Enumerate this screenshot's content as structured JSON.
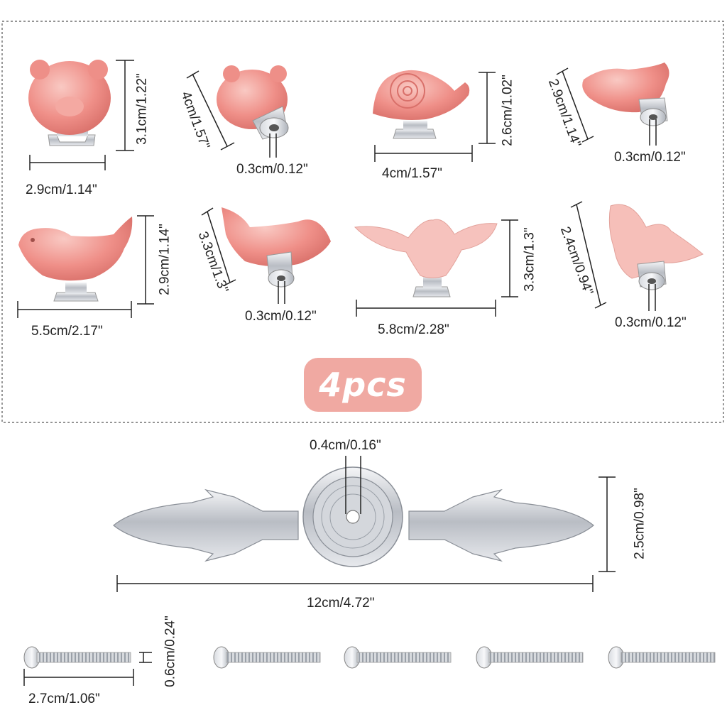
{
  "colors": {
    "ceramic_pink": "#ef8f88",
    "ceramic_light": "#f7c3bd",
    "chrome": "#c9ccd1",
    "badge": "#f0a9a2",
    "line": "#222222"
  },
  "knobs": [
    {
      "name": "bear",
      "width": "2.9cm/1.14\"",
      "height": "3.1cm/1.22\"",
      "side_height": "4cm/1.57\"",
      "hole": "0.3cm/0.12\""
    },
    {
      "name": "snail",
      "width": "4cm/1.57\"",
      "height": "2.6cm/1.02\"",
      "side_height": "2.9cm/1.14\"",
      "hole": "0.3cm/0.12\""
    },
    {
      "name": "bird",
      "width": "5.5cm/2.17\"",
      "height": "2.9cm/1.14\"",
      "side_height": "3.3cm/1.3\"",
      "hole": "0.3cm/0.12\""
    },
    {
      "name": "eagle",
      "width": "5.8cm/2.28\"",
      "height": "3.3cm/1.3\"",
      "side_height": "2.4cm/0.94\"",
      "hole": "0.3cm/0.12\""
    }
  ],
  "badge_label": "4pcs",
  "backplate": {
    "hole": "0.4cm/0.16\"",
    "height": "2.5cm/0.98\"",
    "width": "12cm/4.72\""
  },
  "screw": {
    "diameter": "0.6cm/0.24\"",
    "length": "2.7cm/1.06\""
  }
}
